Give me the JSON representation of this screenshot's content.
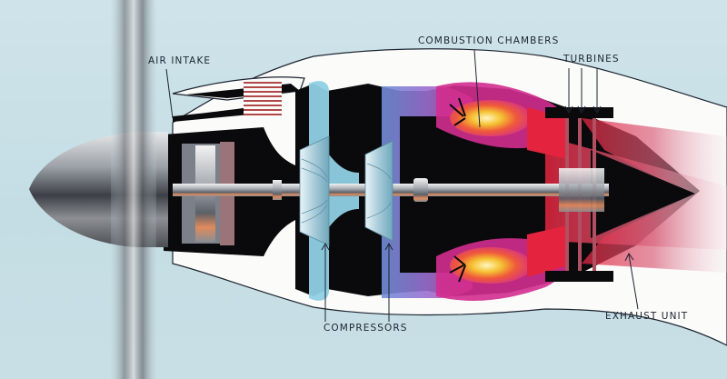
{
  "diagram": {
    "subject": "Turboprop engine cutaway",
    "labels": {
      "air_intake": "AIR INTAKE",
      "combustion_chambers": "COMBUSTION CHAMBERS",
      "turbines": "TURBINES",
      "compressors": "COMPRESSORS",
      "exhaust_unit": "EXHAUST UNIT"
    },
    "colors": {
      "background": "#c9e0e6",
      "nacelle": "#fbfbfa",
      "core": "#0a0a0c",
      "compressor_duct": "#8fd0e4",
      "combustion_glow": "#f2c23a",
      "combustion_outer": "#d9308a",
      "exhaust": "#e02a4a",
      "label_text": "#1c2430"
    }
  }
}
